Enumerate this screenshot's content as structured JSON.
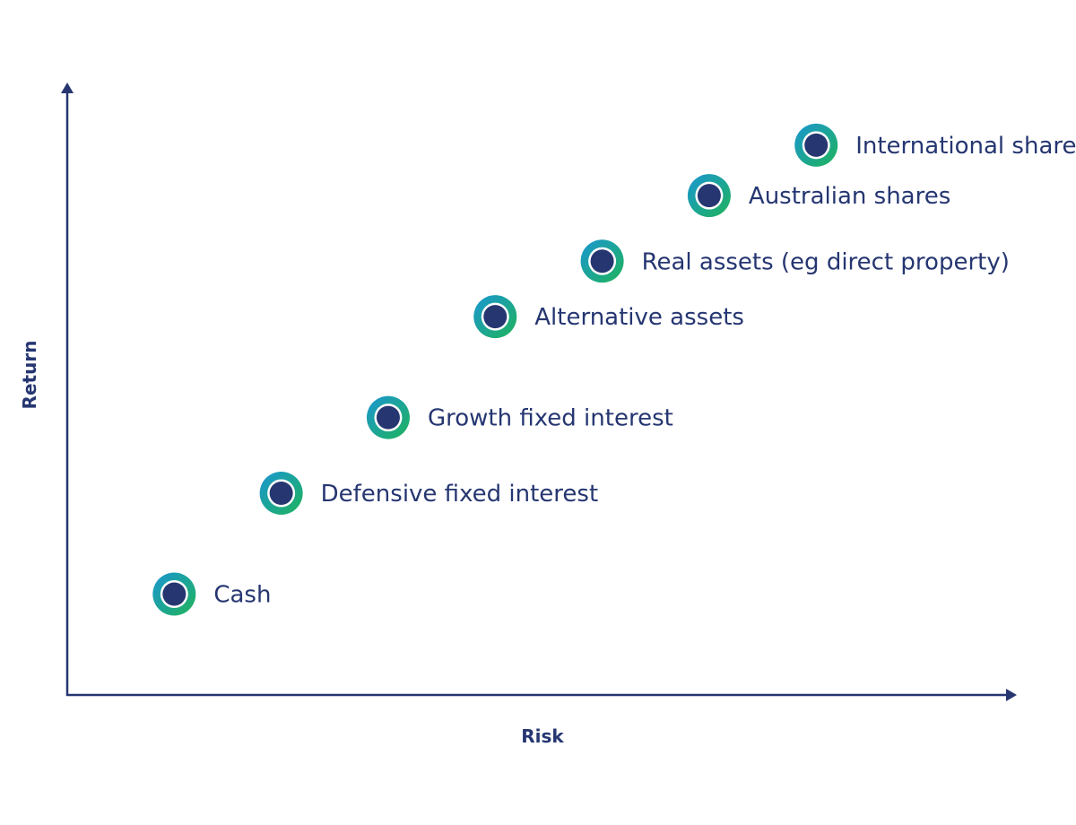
{
  "chart_data": {
    "type": "scatter",
    "title": "",
    "xlabel": "Risk",
    "ylabel": "Return",
    "x_ticks_shown": false,
    "y_ticks_shown": false,
    "grid": false,
    "legend": "none",
    "points": [
      {
        "label": "Cash",
        "risk": 1,
        "return": 1
      },
      {
        "label": "Defensive fixed interest",
        "risk": 2,
        "return": 2
      },
      {
        "label": "Growth fixed interest",
        "risk": 3,
        "return": 2.75
      },
      {
        "label": "Alternative assets",
        "risk": 4,
        "return": 3.75
      },
      {
        "label": "Real assets (eg direct property)",
        "risk": 5,
        "return": 4.3
      },
      {
        "label": "Australian shares",
        "risk": 6,
        "return": 4.95
      },
      {
        "label": "International shares",
        "risk": 7,
        "return": 5.45
      }
    ],
    "xlim": [
      0,
      8.8
    ],
    "ylim": [
      0,
      6
    ]
  },
  "colors": {
    "axis": "#253671",
    "text": "#253671",
    "marker_core": "#253671",
    "marker_ring_start": "#1a96d2",
    "marker_ring_end": "#1fb35a"
  }
}
